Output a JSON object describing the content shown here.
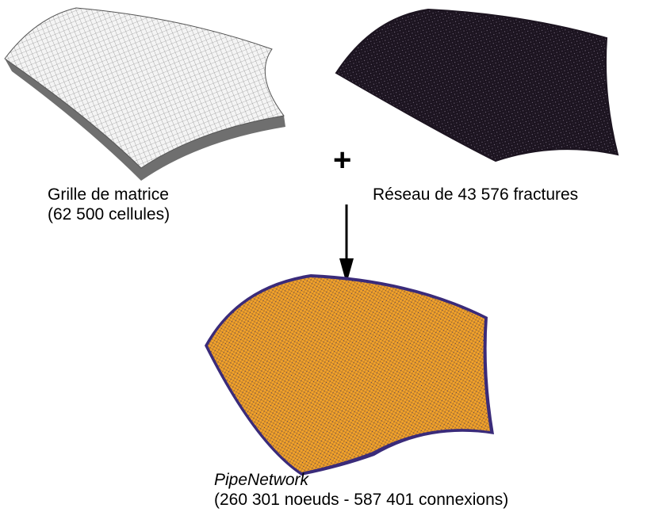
{
  "matrix": {
    "title_line1": "Grille de matrice",
    "title_line2": "(62 500 cellules)",
    "surface_color": "#f2f2f2",
    "grid_color": "#555555",
    "side_color": "#6f6f6f"
  },
  "operator": {
    "plus": "+"
  },
  "fractures": {
    "title": "Réseau de 43 576 fractures",
    "color": "#1c1420"
  },
  "pipe_network": {
    "name": "PipeNetwork",
    "stats": "(260 301 noeuds - 587 401 connexions)",
    "fill_color": "#f2a22c",
    "edge_color": "#3a2b7a"
  }
}
